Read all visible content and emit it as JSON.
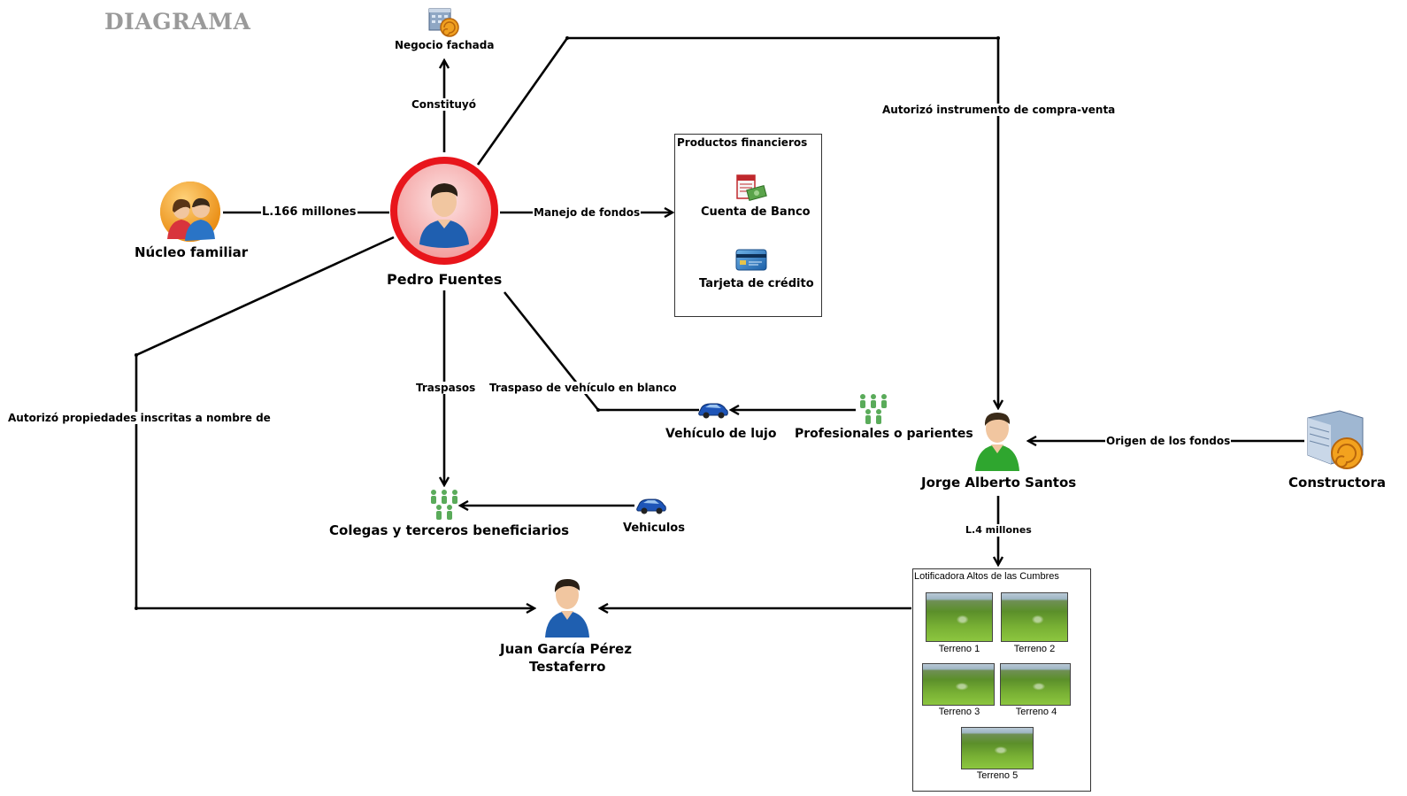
{
  "title": "DIAGRAMA",
  "nodes": {
    "pedro": "Pedro Fuentes",
    "nucleo": "Núcleo familiar",
    "negocio": "Negocio fachada",
    "jorge": "Jorge Alberto Santos",
    "constructora": "Constructora",
    "juan_line1": "Juan García Pérez",
    "juan_line2": "Testaferro",
    "colegas": "Colegas y terceros beneficiarios",
    "vehiculos": "Vehiculos",
    "vehiculo_lujo": "Vehículo de lujo",
    "profesionales": "Profesionales o parientes"
  },
  "edges": {
    "constituyo": "Constituyó",
    "l166": "L.166 millones",
    "manejo": "Manejo de fondos",
    "autorizo_compra": "Autorizó instrumento de compra-venta",
    "traspasos": "Traspasos",
    "traspaso_vehiculo": "Traspaso de vehículo en blanco",
    "autorizo_propiedades": "Autorizó propiedades inscritas a nombre de",
    "origen": "Origen de los fondos",
    "l4": "L.4 millones"
  },
  "financial_box": {
    "title": "Productos financieros",
    "bank": "Cuenta de Banco",
    "card": "Tarjeta de crédito"
  },
  "lot_box": {
    "title": "Lotificadora  Altos de las Cumbres",
    "terrenos": [
      "Terreno 1",
      "Terreno 2",
      "Terreno 3",
      "Terreno 4",
      "Terreno 5"
    ]
  },
  "colors": {
    "edge": "#000000",
    "highlight_ring": "#e8151b",
    "highlight_fill": "#f7b3b3",
    "title": "#9a9a9a",
    "person_green": "#2fa62f",
    "person_blue": "#1f5fb0",
    "group_green": "#5aab5a",
    "car_blue": "#1e55b8"
  },
  "icons": {
    "pedro": "person-blue-icon",
    "nucleo": "family-icon",
    "negocio": "building-shell-icon",
    "jorge": "person-green-icon",
    "constructora": "building-shell-icon",
    "juan": "person-blue-icon",
    "colegas": "group-icon",
    "profesionales": "group-icon",
    "vehiculos": "car-icon",
    "vehiculo_lujo": "car-icon",
    "bank": "bank-statement-icon",
    "card": "credit-card-icon"
  }
}
